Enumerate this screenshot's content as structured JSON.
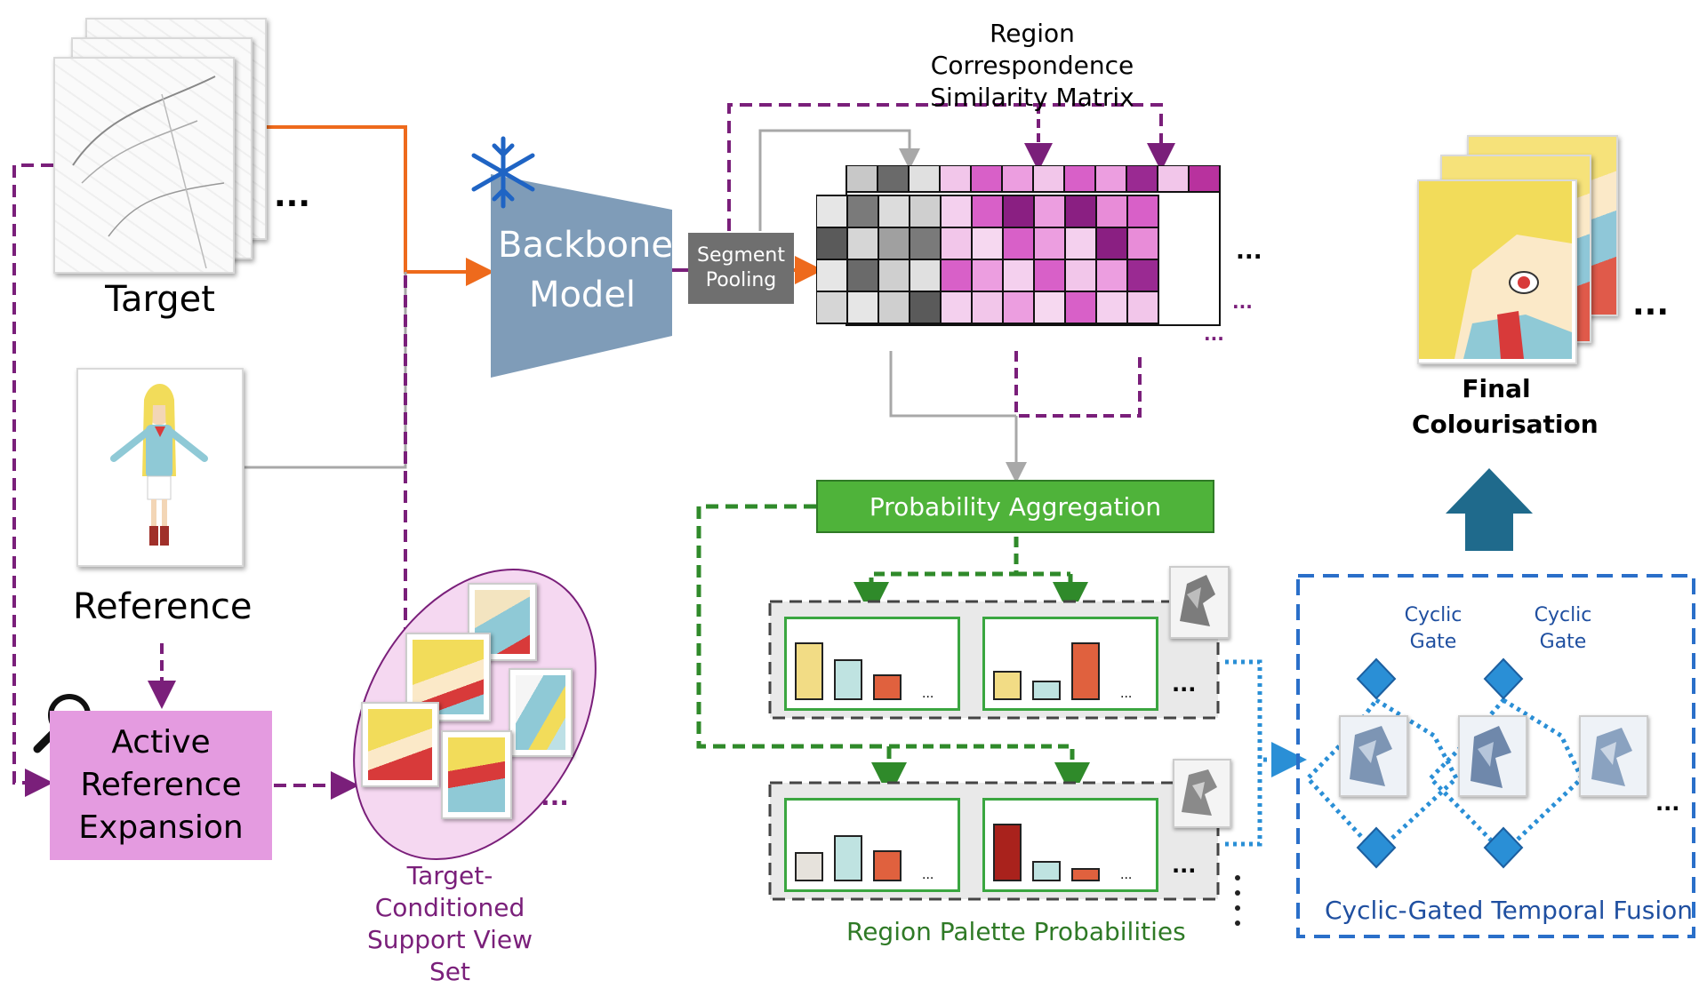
{
  "labels": {
    "target": "Target",
    "reference": "Reference",
    "active_reference_expansion": "Active Reference Expansion",
    "support_view_set": "Target-Conditioned Support View Set",
    "backbone": "Backbone Model",
    "segment_pooling": "Segment Pooling",
    "similarity_matrix": "Region Correspondence Similarity Matrix",
    "probability_aggregation": "Probability Aggregation",
    "region_palette_probabilities": "Region Palette Probabilities",
    "cyclic_gate_left": "Cyclic Gate",
    "cyclic_gate_right": "Cyclic Gate",
    "temporal_fusion": "Cyclic-Gated Temporal Fusion",
    "final_colourisation": "Final Colourisation",
    "ellipsis": "..."
  },
  "icons": {
    "frozen": "snowflake-icon",
    "search": "magnifier-icon",
    "up_arrow": "big-up-arrow-icon"
  },
  "colors": {
    "purple_flow": "#7a1f7a",
    "orange_flow": "#ee6a1c",
    "gray_flow": "#a8a8a8",
    "green_flow": "#2f8a2a",
    "blue_flow": "#2a6fc9",
    "backbone_fill": "#7f9cb8",
    "segment_fill": "#6f6f6f",
    "aggregation_fill": "#4fb33a",
    "are_fill": "#e49be0",
    "gate_fill": "#2a8fd6",
    "final_arrow": "#1f6a8c"
  },
  "palette_groups": [
    {
      "name": "group-1",
      "charts": [
        {
          "bars": [
            {
              "value": 0.85,
              "color": "#f2dc85"
            },
            {
              "value": 0.6,
              "color": "#bfe3e1"
            },
            {
              "value": 0.37,
              "color": "#e0613e"
            }
          ]
        },
        {
          "bars": [
            {
              "value": 0.42,
              "color": "#f2dc85"
            },
            {
              "value": 0.27,
              "color": "#bfe3e1"
            },
            {
              "value": 0.85,
              "color": "#e0613e"
            }
          ]
        }
      ]
    },
    {
      "name": "group-2",
      "charts": [
        {
          "bars": [
            {
              "value": 0.42,
              "color": "#e6e2dc"
            },
            {
              "value": 0.68,
              "color": "#bfe3e1"
            },
            {
              "value": 0.44,
              "color": "#e0613e"
            }
          ]
        },
        {
          "bars": [
            {
              "value": 0.85,
              "color": "#a9221c"
            },
            {
              "value": 0.28,
              "color": "#bfe3e1"
            },
            {
              "value": 0.18,
              "color": "#e0613e"
            }
          ]
        }
      ]
    }
  ]
}
